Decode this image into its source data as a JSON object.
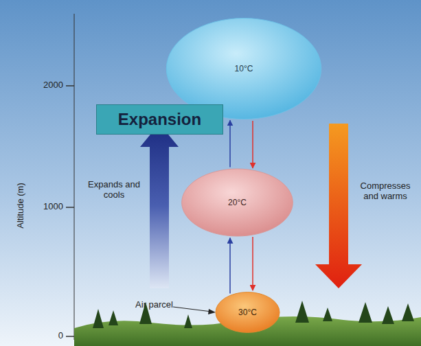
{
  "diagram": {
    "nodes": [
      {
        "text": [
          "10°C"
        ]
      },
      {
        "text": [
          "Expansion"
        ]
      },
      {
        "text": [
          "20°C"
        ]
      },
      {
        "text": [
          "30°C"
        ]
      }
    ],
    "edges": [
      {
        "from": 3,
        "to": 2,
        "arrow": "to"
      },
      {
        "from": 2,
        "to": 0,
        "arrow": "to"
      },
      {
        "from": 0,
        "to": 2,
        "arrow": "to"
      },
      {
        "from": 2,
        "to": 3,
        "arrow": "to"
      }
    ],
    "labels": [
      "2000",
      "1000",
      "0",
      "Altitude (m)",
      "Expands and cools",
      "Compresses and warms",
      "Air parcel"
    ]
  }
}
